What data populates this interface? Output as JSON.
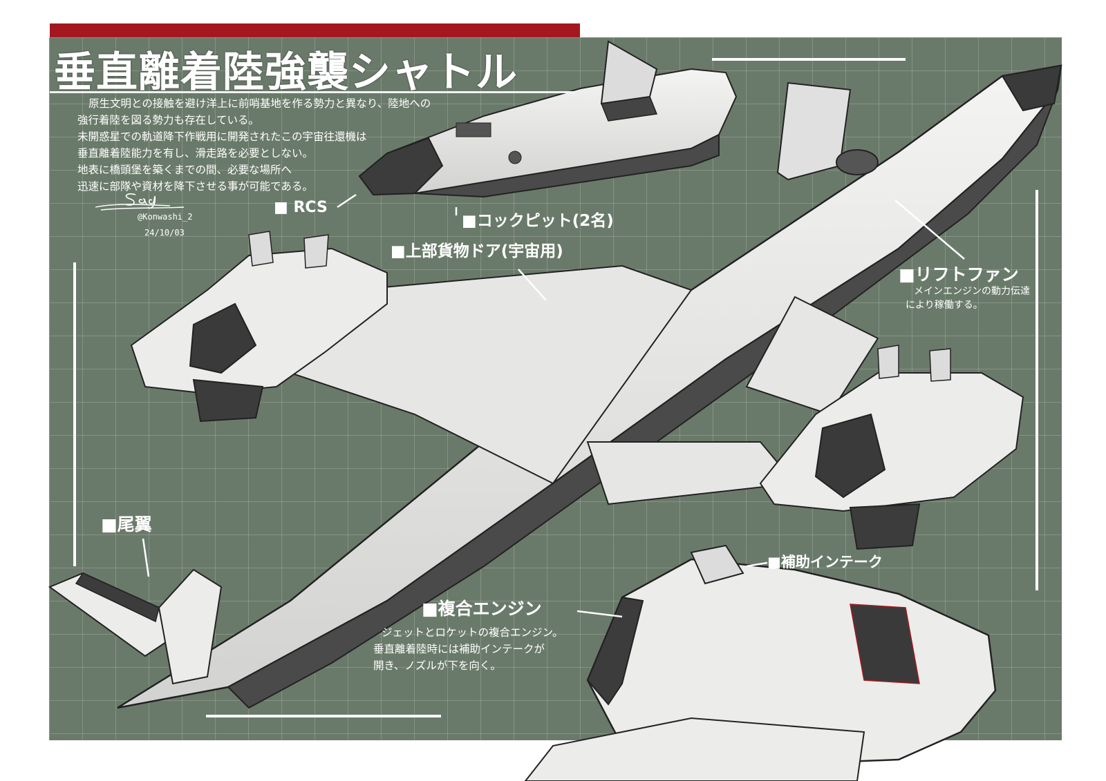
{
  "title": "垂直離着陸強襲シャトル",
  "description": [
    "原生文明との接触を避け洋上に前哨基地を作る勢力と異なり、陸地への",
    "強行着陸を図る勢力も存在している。",
    "未開惑星での軌道降下作戦用に開発されたこの宇宙往還機は",
    "垂直離着陸能力を有し、滑走路を必要としない。",
    "地表に橋頭堡を築くまでの間、必要な場所へ",
    "迅速に部隊や資材を降下させる事が可能である。"
  ],
  "signature": {
    "handle": "@Konwashi_2",
    "date": "24/10/03"
  },
  "labels": {
    "rcs": "■ RCS",
    "cockpit": "■コックピット(2名)",
    "cargo_door": "■上部貨物ドア(宇宙用)",
    "lift_fan": "■リフトファン",
    "lift_fan_note": [
      "メインエンジンの動力伝達",
      "により稼働する。"
    ],
    "tail": "■尾翼",
    "aux_intake": "■補助インテーク",
    "combined_engine": "■複合エンジン",
    "combined_engine_note": [
      "ジェットとロケットの複合エンジン。",
      "垂直離着陸時には補助インテークが",
      "開き、ノズルが下を向く。"
    ]
  },
  "colors": {
    "board": "#6a7a6a",
    "accent_red": "#a3181f",
    "hull": "#e8e8e6",
    "hull_dark": "#3c3c3c",
    "line": "#ffffff"
  }
}
